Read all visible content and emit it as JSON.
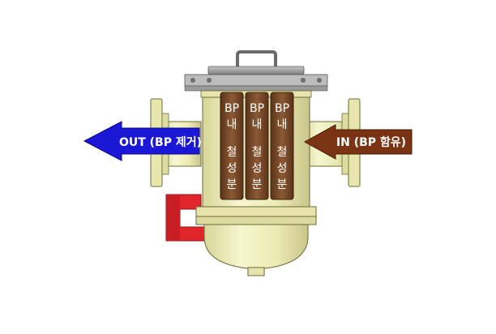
{
  "arrows": {
    "out": {
      "label": "OUT (BP 제거)",
      "color": "#1a18d6",
      "text_color": "#ffffff"
    },
    "in": {
      "label": "IN (BP 함유)",
      "color": "#7a3414",
      "text_color": "#ffffff"
    }
  },
  "filters": [
    {
      "line1": "BP",
      "line2": "내",
      "line3": "철",
      "line4": "성",
      "line5": "분"
    },
    {
      "line1": "BP",
      "line2": "내",
      "line3": "철",
      "line4": "성",
      "line5": "분"
    },
    {
      "line1": "BP",
      "line2": "내",
      "line3": "철",
      "line4": "성",
      "line5": "분"
    }
  ],
  "colors": {
    "vessel": "#f0efb8",
    "vessel_stroke": "#6d6a3a",
    "filter": "#7a4a2a",
    "flange_top": "#a9a9a9",
    "drain": "#e0262b"
  }
}
